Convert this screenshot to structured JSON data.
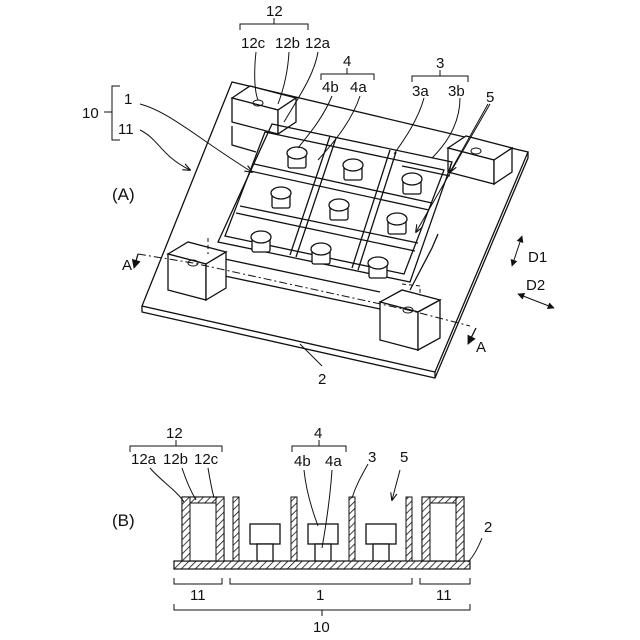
{
  "figure_a": {
    "panel_label": "(A)",
    "labels": {
      "n12": "12",
      "n12c": "12c",
      "n12b": "12b",
      "n12a": "12a",
      "n4": "4",
      "n4b": "4b",
      "n4a": "4a",
      "n3": "3",
      "n3a": "3a",
      "n3b": "3b",
      "n5": "5",
      "n10": "10",
      "n1": "1",
      "n11": "11",
      "n2": "2",
      "sectionA_left": "A",
      "sectionA_right": "A",
      "d1": "D1",
      "d2": "D2"
    }
  },
  "figure_b": {
    "panel_label": "(B)",
    "labels": {
      "n12": "12",
      "n12a": "12a",
      "n12b": "12b",
      "n12c": "12c",
      "n4": "4",
      "n4b": "4b",
      "n4a": "4a",
      "n3": "3",
      "n5": "5",
      "n2": "2",
      "n11_left": "11",
      "n1": "1",
      "n11_right": "11",
      "n10": "10"
    }
  }
}
